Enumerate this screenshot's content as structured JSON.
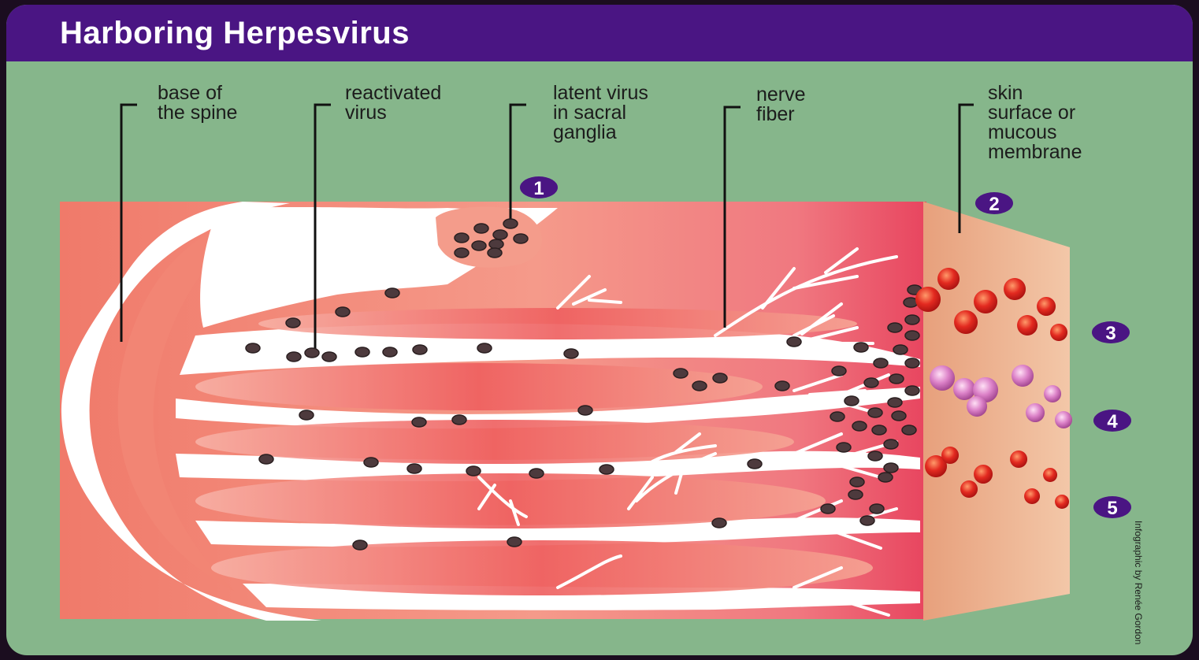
{
  "title": "Harboring Herpesvirus",
  "labels": {
    "base_of_spine": [
      "base of",
      "the spine"
    ],
    "reactivated_virus": [
      "reactivated",
      "virus"
    ],
    "latent_virus": [
      "latent virus",
      "in sacral",
      "ganglia"
    ],
    "nerve_fiber": [
      "nerve",
      "fiber"
    ],
    "skin_surface": [
      "skin",
      "surface or",
      "mucous",
      "membrane"
    ]
  },
  "step_markers": [
    "1",
    "2",
    "3",
    "4",
    "5"
  ],
  "credit": "Infographic by Renée Gordon",
  "colors": {
    "header": "#4a1583",
    "background": "#86b68b",
    "tissue": "#f08a7a",
    "tissue_dark": "#e8455f",
    "skin": "#e9a884",
    "virus": "#4d3a3d",
    "marker": "#4a1583"
  }
}
